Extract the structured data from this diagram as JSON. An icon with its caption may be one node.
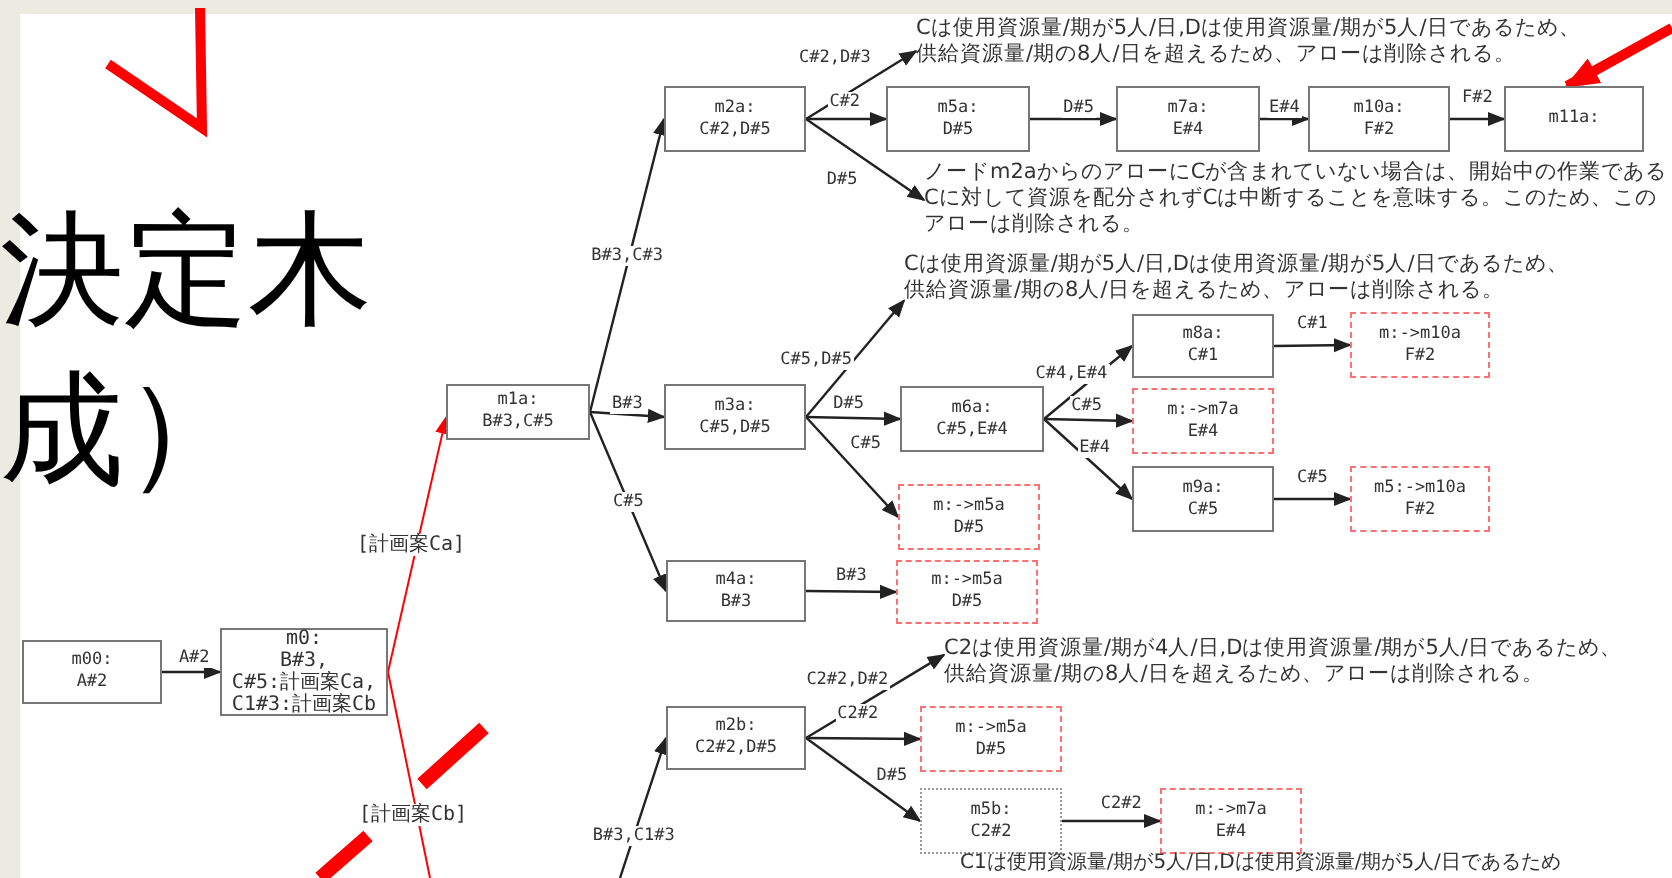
{
  "diagram": {
    "title": "決定木",
    "nodes": [
      {
        "text": [
          "m00:",
          "A#2"
        ]
      },
      {
        "text": [
          "m0:",
          "B#3,",
          "C#5:計画案Ca,",
          "C1#3:計画案Cb"
        ]
      },
      {
        "text": [
          "m1a:",
          "B#3,C#5"
        ]
      },
      {
        "text": [
          "m2a:",
          "C#2,D#5"
        ]
      },
      {
        "text": [
          "m5a:",
          "D#5"
        ]
      },
      {
        "text": [
          "m7a:",
          "E#4"
        ]
      },
      {
        "text": [
          "m10a:",
          "F#2"
        ]
      },
      {
        "text": [
          "m11a:"
        ]
      },
      {
        "text": [
          "m3a:",
          "C#5,D#5"
        ]
      },
      {
        "text": [
          "m6a:",
          "C#5,E#4"
        ]
      },
      {
        "text": [
          "m8a:",
          "C#1"
        ]
      },
      {
        "text": [
          "m:->m10a",
          "F#2"
        ]
      },
      {
        "text": [
          "m:->m7a",
          "E#4"
        ]
      },
      {
        "text": [
          "m9a:",
          "C#5"
        ]
      },
      {
        "text": [
          "m5:->m10a",
          "F#2"
        ]
      },
      {
        "text": [
          "m:->m5a",
          "D#5"
        ]
      },
      {
        "text": [
          "m4a:",
          "B#3"
        ]
      },
      {
        "text": [
          "m:->m5a",
          "D#5"
        ]
      },
      {
        "text": [
          "m2b:",
          "C2#2,D#5"
        ]
      },
      {
        "text": [
          "m:->m5a",
          "D#5"
        ]
      },
      {
        "text": [
          "m5b:",
          "C2#2"
        ]
      },
      {
        "text": [
          "m:->m7a",
          "E#4"
        ]
      },
      {
        "text": [
          "Cは使用資源量/期が5人/日,Dは使用資源量/期が5人/日であるため、供給資源量/期の8人/日を超えるため、アローは削除される。"
        ]
      },
      {
        "text": [
          "ノードm2aからのアローにCが含まれていない場合は、開始中の作業であるCに対して資源を配分されずCは中断することを意味する。このため、このアローは削除される。"
        ]
      },
      {
        "text": [
          "Cは使用資源量/期が5人/日,Dは使用資源量/期が5人/日であるため、供給資源量/期の8人/日を超えるため、アローは削除される。"
        ]
      },
      {
        "text": [
          "C2は使用資源量/期が4人/日,Dは使用資源量/期が5人/日であるため、供給資源量/期の8人/日を超えるため、アローは削除される。"
        ]
      }
    ],
    "edges": [
      {
        "from": 0,
        "to": 1,
        "arrow": "to",
        "label": "A#2"
      },
      {
        "from": 1,
        "to": 2,
        "arrow": "to",
        "label": "[計画案Ca]",
        "color": "#ff0000"
      },
      {
        "from": 1,
        "to": null,
        "arrow": "none",
        "label": "[計画案Cb]",
        "color": "#ff0000"
      },
      {
        "from": 2,
        "to": 3,
        "arrow": "to",
        "label": "B#3,C#3"
      },
      {
        "from": 2,
        "to": 8,
        "arrow": "to",
        "label": "B#3"
      },
      {
        "from": 2,
        "to": 16,
        "arrow": "to",
        "label": "C#5"
      },
      {
        "from": 3,
        "to": 22,
        "arrow": "to",
        "label": "C#2,D#3"
      },
      {
        "from": 3,
        "to": 4,
        "arrow": "to",
        "label": "C#2"
      },
      {
        "from": 3,
        "to": 23,
        "arrow": "to",
        "label": "D#5"
      },
      {
        "from": 4,
        "to": 5,
        "arrow": "to",
        "label": "D#5"
      },
      {
        "from": 5,
        "to": 6,
        "arrow": "to",
        "label": "E#4"
      },
      {
        "from": 6,
        "to": 7,
        "arrow": "to",
        "label": "F#2"
      },
      {
        "from": 8,
        "to": 24,
        "arrow": "to",
        "label": "C#5,D#5"
      },
      {
        "from": 8,
        "to": 9,
        "arrow": "to",
        "label": "D#5"
      },
      {
        "from": 8,
        "to": 15,
        "arrow": "to",
        "label": "C#5"
      },
      {
        "from": 9,
        "to": 10,
        "arrow": "to",
        "label": "C#4,E#4"
      },
      {
        "from": 9,
        "to": 12,
        "arrow": "to",
        "label": "C#5"
      },
      {
        "from": 9,
        "to": 13,
        "arrow": "to",
        "label": "E#4"
      },
      {
        "from": 10,
        "to": 11,
        "arrow": "to",
        "label": "C#1"
      },
      {
        "from": 13,
        "to": 14,
        "arrow": "to",
        "label": "C#5"
      },
      {
        "from": 16,
        "to": 17,
        "arrow": "to",
        "label": "B#3"
      },
      {
        "from": null,
        "to": 18,
        "arrow": "to",
        "label": "B#3,C1#3"
      },
      {
        "from": 18,
        "to": 25,
        "arrow": "to",
        "label": "C2#2,D#2"
      },
      {
        "from": 18,
        "to": 19,
        "arrow": "to",
        "label": "C2#2"
      },
      {
        "from": 18,
        "to": 20,
        "arrow": "to",
        "label": "D#5"
      },
      {
        "from": 20,
        "to": 21,
        "arrow": "to",
        "label": "C2#2"
      },
      {
        "from": null,
        "to": 7,
        "arrow": "to",
        "style": "thick",
        "color": "#ff0000"
      }
    ],
    "labels": [
      "成）",
      "C1は使用資源量/期が5人/日,Dは使用資源量/期が5人/日であるため"
    ]
  }
}
